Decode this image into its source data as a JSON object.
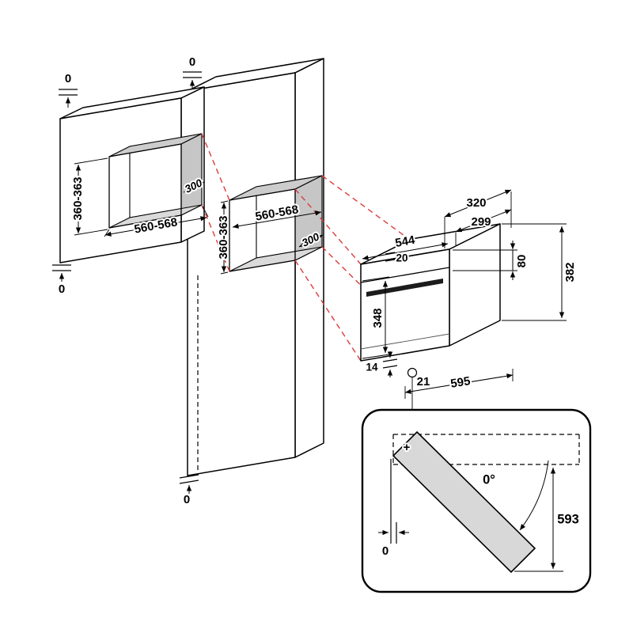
{
  "colors": {
    "projection": "#de3b3b",
    "inner_panel": "#c6c6c6",
    "shelf": "#dadada",
    "recess_top": "#cccccc",
    "door": "#d8d8d8",
    "handle": "#1c1c1c"
  },
  "wall_cabinet": {
    "clearance_top": "0",
    "clearance_bottom": "0",
    "niche_width": "560-568",
    "niche_height": "360-363",
    "niche_depth": "300"
  },
  "tall_cabinet": {
    "clearance_top": "0",
    "clearance_bottom": "0",
    "niche_width": "560-568",
    "niche_height": "360-363",
    "niche_depth": "300"
  },
  "oven": {
    "width_top": "544",
    "depth_total": "320",
    "depth_body": "299",
    "top_recess": "20",
    "panel_height": "80",
    "overall_height": "382",
    "door_height": "348",
    "bottom_recess": "14",
    "hinge_offset": "21",
    "overall_width": "595"
  },
  "door_detail": {
    "opening_angle": "0°",
    "door_swing": "593",
    "side_clearance": "0",
    "hinge_marker": "+"
  }
}
